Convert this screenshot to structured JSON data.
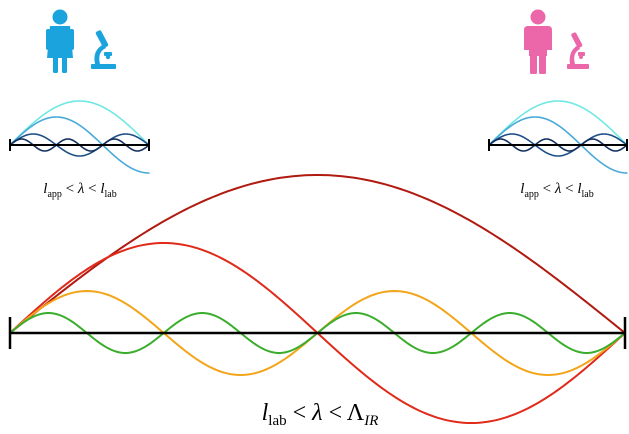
{
  "colors": {
    "female_scientist": "#1aa3dc",
    "male_scientist": "#ec67aa",
    "small_wave_1": "#6fe8e3",
    "small_wave_2": "#4aa9d9",
    "small_wave_3": "#1e4f86",
    "small_wave_4": "#14305e",
    "big_wave_1": "#b01a10",
    "big_wave_2": "#e02a1a",
    "big_wave_3": "#f3a51a",
    "big_wave_4": "#3aae2c",
    "axis": "#000000"
  },
  "icons": {
    "left_person": "woman-icon",
    "left_tool": "microscope-icon",
    "right_person": "man-icon",
    "right_tool": "microscope-icon"
  },
  "left_panel": {
    "label": {
      "l": "l",
      "app": "app",
      "lt1": " < ",
      "lambda": "λ",
      "lt2": " < ",
      "l2": "l",
      "lab": "lab"
    }
  },
  "right_panel": {
    "label": {
      "l": "l",
      "app": "app",
      "lt1": " < ",
      "lambda": "λ",
      "lt2": " < ",
      "l2": "l",
      "lab": "lab"
    }
  },
  "bottom": {
    "label": {
      "l": "l",
      "lab": "lab",
      "lt1": " < ",
      "lambda": "λ",
      "lt2": " < ",
      "Lambda": "Λ",
      "IR": "IR"
    }
  }
}
